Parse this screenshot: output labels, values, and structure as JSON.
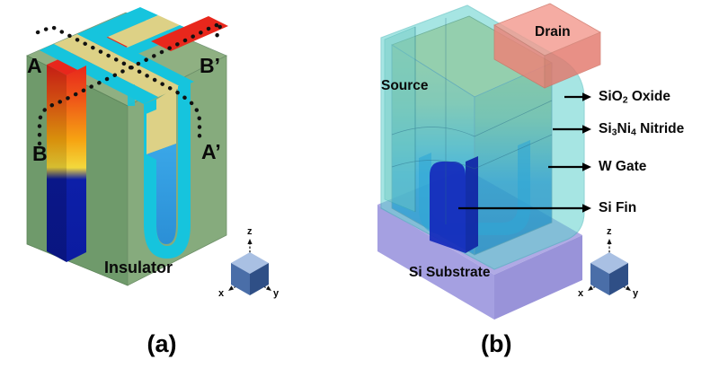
{
  "figure": {
    "panels": [
      {
        "id": "a",
        "caption": "(a)",
        "labels": {
          "cut_a": "A",
          "cut_a_prime": "A’",
          "cut_b": "B",
          "cut_b_prime": "B’",
          "insulator": "Insulator"
        },
        "axis": {
          "x": "x",
          "y": "y",
          "z": "z"
        }
      },
      {
        "id": "b",
        "caption": "(b)",
        "labels": {
          "source": "Source",
          "drain": "Drain",
          "substrate": "Si Substrate"
        },
        "callouts": [
          {
            "name": "sio2-oxide",
            "text_pre": "SiO",
            "sub": "2",
            "text_post": " Oxide"
          },
          {
            "name": "si3ni4-nitride",
            "text_pre": "Si",
            "sub": "3",
            "mid": "Ni",
            "sub2": "4",
            "text_post": " Nitride"
          },
          {
            "name": "w-gate",
            "text_pre": "W Gate"
          },
          {
            "name": "si-fin",
            "text_pre": "Si Fin"
          }
        ],
        "axis": {
          "x": "x",
          "y": "y",
          "z": "z"
        }
      }
    ],
    "colors": {
      "insulator_top": "#8fb082",
      "insulator_front": "#6f9a6b",
      "insulator_side": "#86ab7d",
      "gate_khaki": "#ddd186",
      "gate_cyan": "#16c4dd",
      "contact_red": "#e8271c",
      "fin_blue": "#1f7fd4",
      "fin_darkblue": "#0d1fa8",
      "drain_salmon": "#ef8277",
      "substrate_violet": "#8d86d9",
      "oxide_teal": "#57c8c6",
      "nitride_green": "#7fc08f",
      "gate_w_blue": "#2aa3d8",
      "axis_cube_top": "#a9c0e3",
      "axis_cube_left": "#4a6ea8",
      "axis_cube_right": "#2f4f86",
      "text": "#0a0a0a"
    }
  }
}
